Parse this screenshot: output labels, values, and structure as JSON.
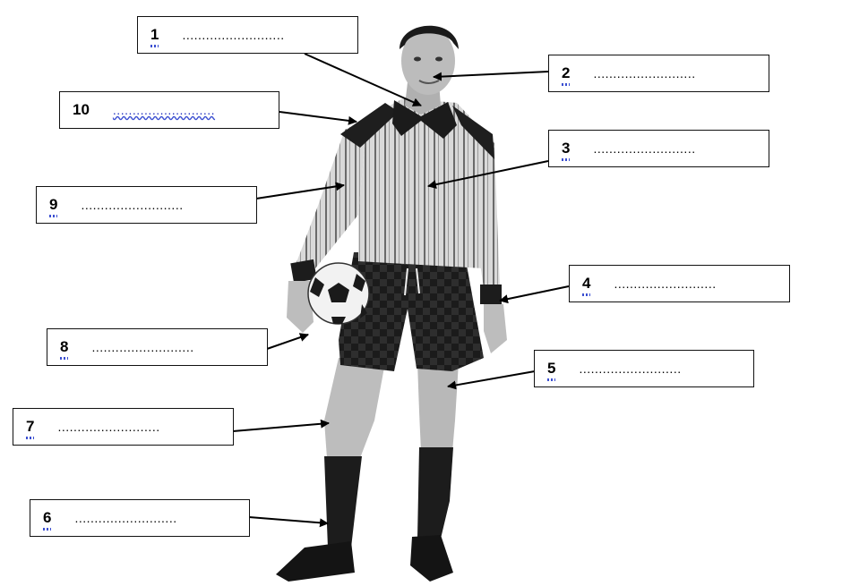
{
  "labels": [
    {
      "number": "1",
      "placeholder": ".........................."
    },
    {
      "number": "2",
      "placeholder": ".........................."
    },
    {
      "number": "3",
      "placeholder": ".........................."
    },
    {
      "number": "4",
      "placeholder": ".........................."
    },
    {
      "number": "5",
      "placeholder": ".........................."
    },
    {
      "number": "6",
      "placeholder": ".........................."
    },
    {
      "number": "7",
      "placeholder": ".........................."
    },
    {
      "number": "8",
      "placeholder": ".........................."
    },
    {
      "number": "9",
      "placeholder": ".........................."
    },
    {
      "number": "10",
      "placeholder": ".........................."
    }
  ],
  "colors": {
    "line": "#000000",
    "box_border": "#111111",
    "spell_underline": "#3b4fd1"
  }
}
